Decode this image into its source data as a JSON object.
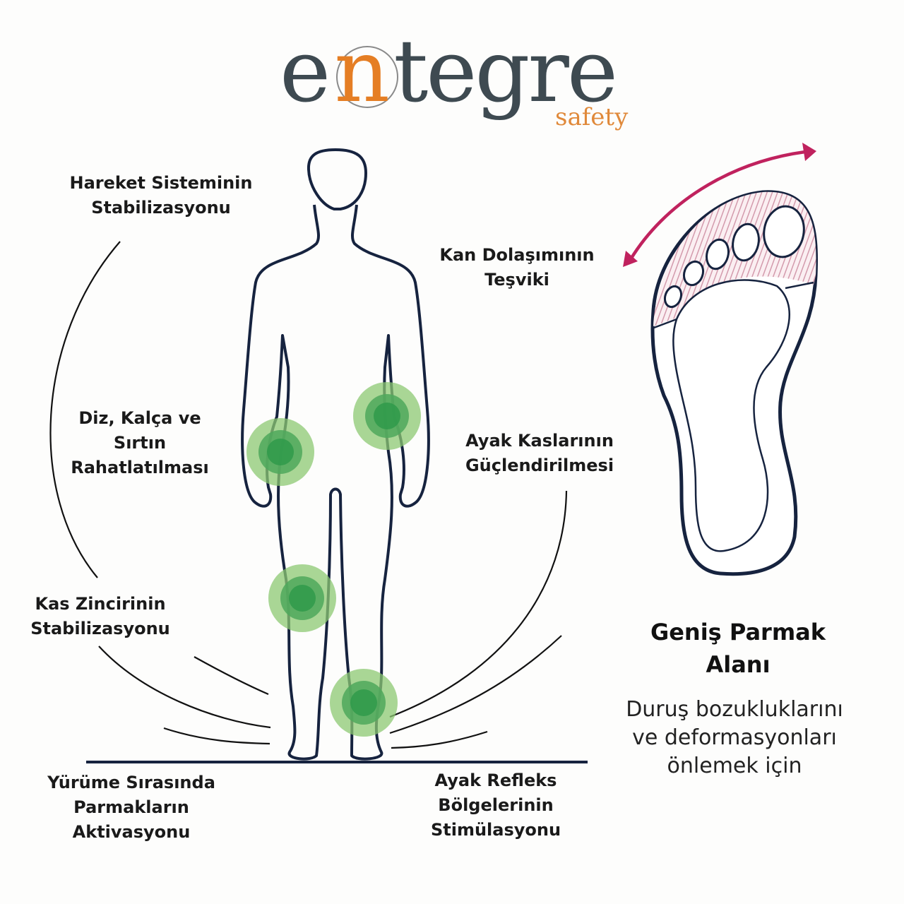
{
  "logo": {
    "prefix": "e",
    "highlight": "n",
    "suffix": "tegre",
    "subtitle": "safety",
    "colors": {
      "main": "#3e4a51",
      "accent": "#e57e24"
    }
  },
  "body_labels": [
    {
      "id": "hareket",
      "lines": [
        "Hareket Sisteminin",
        "Stabilizasyonu"
      ]
    },
    {
      "id": "kan",
      "lines": [
        "Kan Dolaşımının",
        "Teşviki"
      ]
    },
    {
      "id": "diz",
      "lines": [
        "Diz, Kalça ve",
        "Sırtın",
        "Rahatlatılması"
      ]
    },
    {
      "id": "ayak-kas",
      "lines": [
        "Ayak Kaslarının",
        "Güçlendirilmesi"
      ]
    },
    {
      "id": "kas-zincir",
      "lines": [
        "Kas Zincirinin",
        "Stabilizasyonu"
      ]
    },
    {
      "id": "yurume",
      "lines": [
        "Yürüme Sırasında",
        "Parmakların",
        "Aktivasyonu"
      ]
    },
    {
      "id": "refleks",
      "lines": [
        "Ayak Refleks",
        "Bölgelerinin",
        "Stimülasyonu"
      ]
    }
  ],
  "feature": {
    "title_lines": [
      "Geniş Parmak",
      "Alanı"
    ],
    "desc_lines": [
      "Duruş bozukluklarını",
      "ve deformasyonları",
      "önlemek için"
    ]
  },
  "icons": {
    "human_figure": "human-outline-icon",
    "hotspot": "green-pressure-point-icon",
    "insole": "insole-footprint-icon",
    "arrow": "double-arrow-curved-icon"
  },
  "colors": {
    "outline": "#16233f",
    "hotspot_outer": "#8cc873",
    "hotspot_mid": "#4fa85c",
    "hotspot_inner": "#2f9a4a",
    "arrow": "#c0225e",
    "hatch": "#d9a3b2"
  }
}
